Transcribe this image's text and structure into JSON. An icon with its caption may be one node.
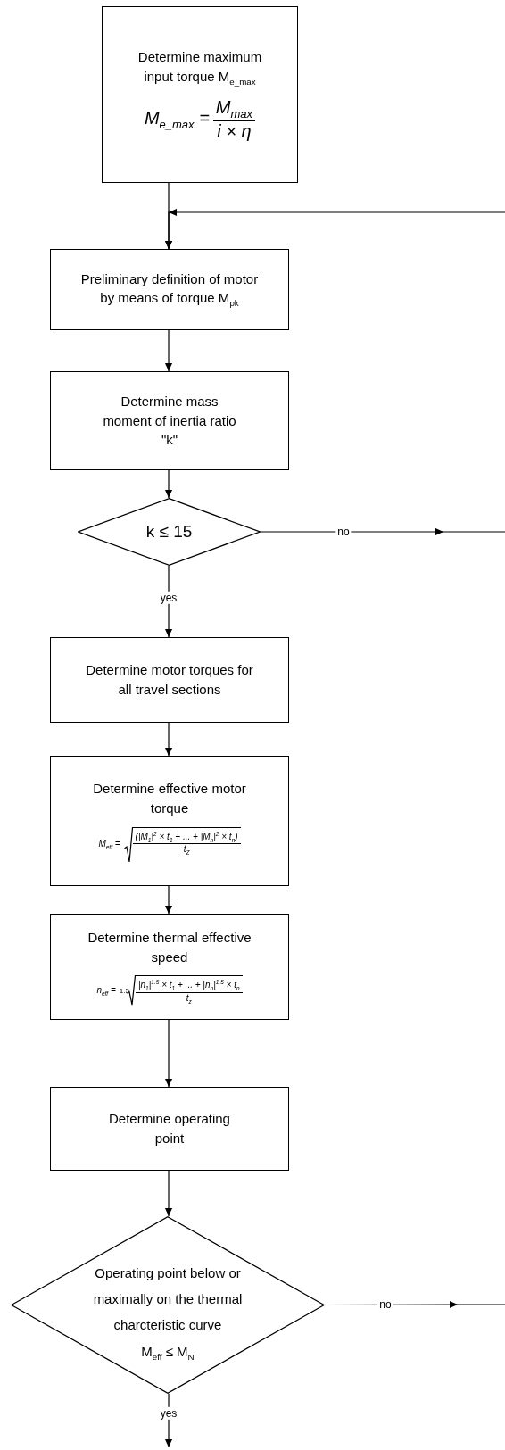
{
  "diagram": {
    "nodes": [
      {
        "text": [
          "Determine maximum input torque M$_{e_max}$",
          "M$_{e_max}$ =",
          "M$_{max}$",
          "i × η"
        ]
      },
      {
        "text": [
          "Preliminary definition of motor by means of torque M$_{pk}$"
        ]
      },
      {
        "text": [
          "Determine mass moment of inertia ratio \"k\""
        ]
      },
      {
        "text": [
          "k ≤ 15"
        ]
      },
      {
        "text": [
          "Determine motor torques for all travel sections"
        ]
      },
      {
        "text": [
          "Determine effective motor torque",
          "M$_{eff}$ =",
          "(|M$_{1}$|$^{2}$ × t$_{1}$ + ... + |M$_{n}$|$^{2}$ × t$_{n}$)",
          "t$_{Z}$"
        ]
      },
      {
        "text": [
          "Determine thermal effective speed",
          "n$_{eff}$ =",
          "1.5",
          "|n$_{1}$|$^{1.5}$ × t$_{1}$ + ... + |n$_{n}$|$^{1.5}$ × t$_{n}$",
          "t$_{z}$"
        ]
      },
      {
        "text": [
          "Determine operating point"
        ]
      },
      {
        "text": [
          "Operating point below or maximally on the thermal charcteristic curve",
          "M$_{eff}$ ≤ M$_{N}$"
        ]
      }
    ],
    "edges": [
      {
        "from": 0,
        "to": 1,
        "arrow": "to"
      },
      {
        "from": null,
        "to": 1,
        "arrow": "to"
      },
      {
        "from": 1,
        "to": 2,
        "arrow": "to"
      },
      {
        "from": 2,
        "to": 3,
        "arrow": "to"
      },
      {
        "from": 3,
        "to": 4,
        "arrow": "to",
        "label": "yes"
      },
      {
        "from": 3,
        "to": null,
        "arrow": "to",
        "label": "no"
      },
      {
        "from": 4,
        "to": 5,
        "arrow": "to"
      },
      {
        "from": 5,
        "to": 6,
        "arrow": "to"
      },
      {
        "from": 6,
        "to": 7,
        "arrow": "to"
      },
      {
        "from": 7,
        "to": 8,
        "arrow": "to"
      },
      {
        "from": 8,
        "to": null,
        "arrow": "to",
        "label": "yes"
      },
      {
        "from": 8,
        "to": null,
        "arrow": "to",
        "label": "no"
      }
    ]
  }
}
